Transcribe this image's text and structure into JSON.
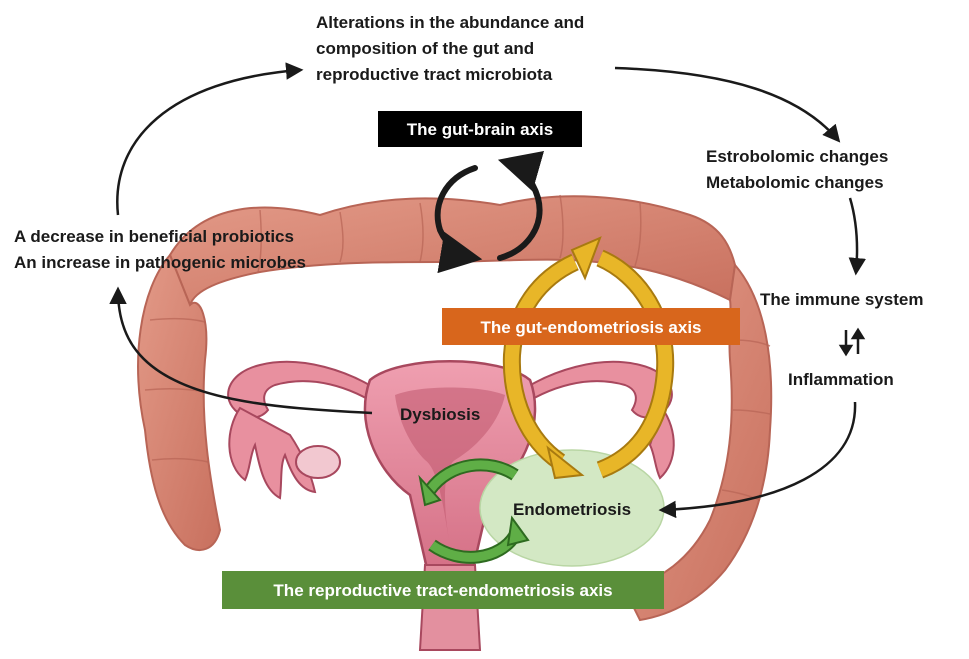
{
  "top_text": {
    "line1": "Alterations in the abundance and",
    "line2": "composition of the gut and",
    "line3": "reproductive tract microbiota"
  },
  "left_text": {
    "line1": "A decrease in beneficial probiotics",
    "line2": "An increase in pathogenic microbes"
  },
  "right_text": {
    "estrobolomic": "Estrobolomic changes",
    "metabolomic": "Metabolomic changes",
    "immune": "The immune system",
    "inflammation": "Inflammation"
  },
  "center_text": {
    "dysbiosis": "Dysbiosis",
    "endometriosis": "Endometriosis"
  },
  "axes": {
    "gut_brain": "The gut-brain axis",
    "gut_endometriosis": "The gut-endometriosis axis",
    "reproductive": "The reproductive tract-endometriosis axis"
  },
  "colors": {
    "gut_brain_box": "#000000",
    "gut_endometriosis_box": "#d8661c",
    "reproductive_box": "#5a8f3a",
    "endometriosis_blob": "#d3e8c4",
    "colon": "#d98a7a",
    "uterus": "#e38a9a",
    "yellow_arrows": "#e8b628",
    "green_arrows": "#4f9a3c"
  }
}
